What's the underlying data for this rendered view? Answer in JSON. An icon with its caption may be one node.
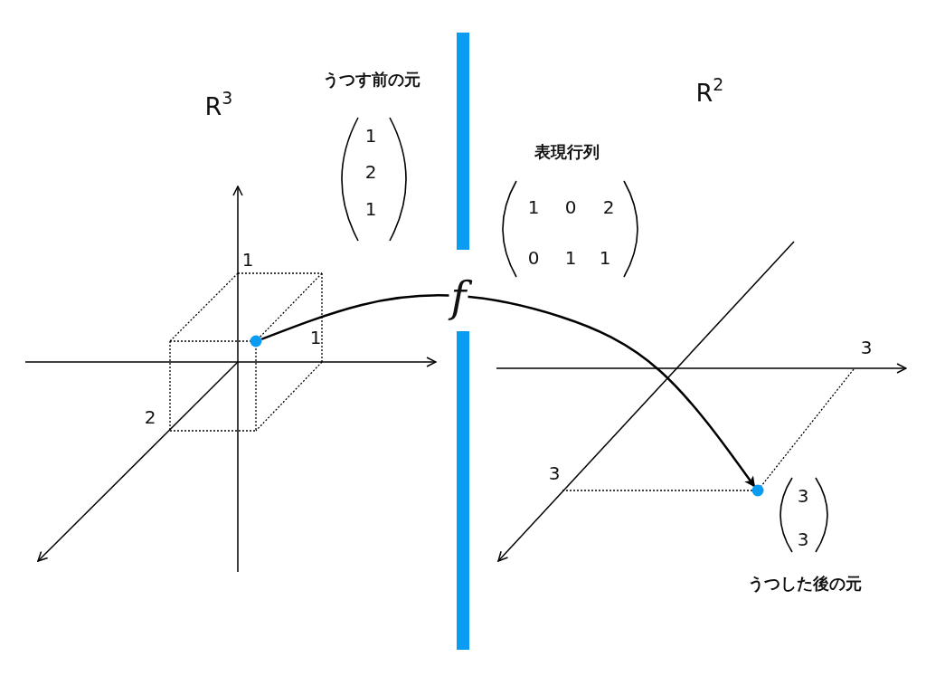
{
  "diagram": {
    "nodes": [
      {
        "text": [],
        "shape": "bar"
      },
      {
        "text": [],
        "shape": "bar"
      },
      {
        "text": [],
        "shape": "circle"
      },
      {
        "text": [],
        "shape": "circle"
      }
    ],
    "edges": [
      {
        "from": 2,
        "to": 3,
        "arrow": "to",
        "label": "f"
      }
    ],
    "labels": [
      "R$^{3}$",
      "うつす前の元",
      "R$^{2}$",
      "1",
      "表現行列",
      "2",
      "1",
      "1",
      "0",
      "2",
      "1",
      "0",
      "1",
      "1",
      "1",
      "2",
      "3",
      "3",
      "3",
      "3",
      "うつした後の元"
    ]
  }
}
